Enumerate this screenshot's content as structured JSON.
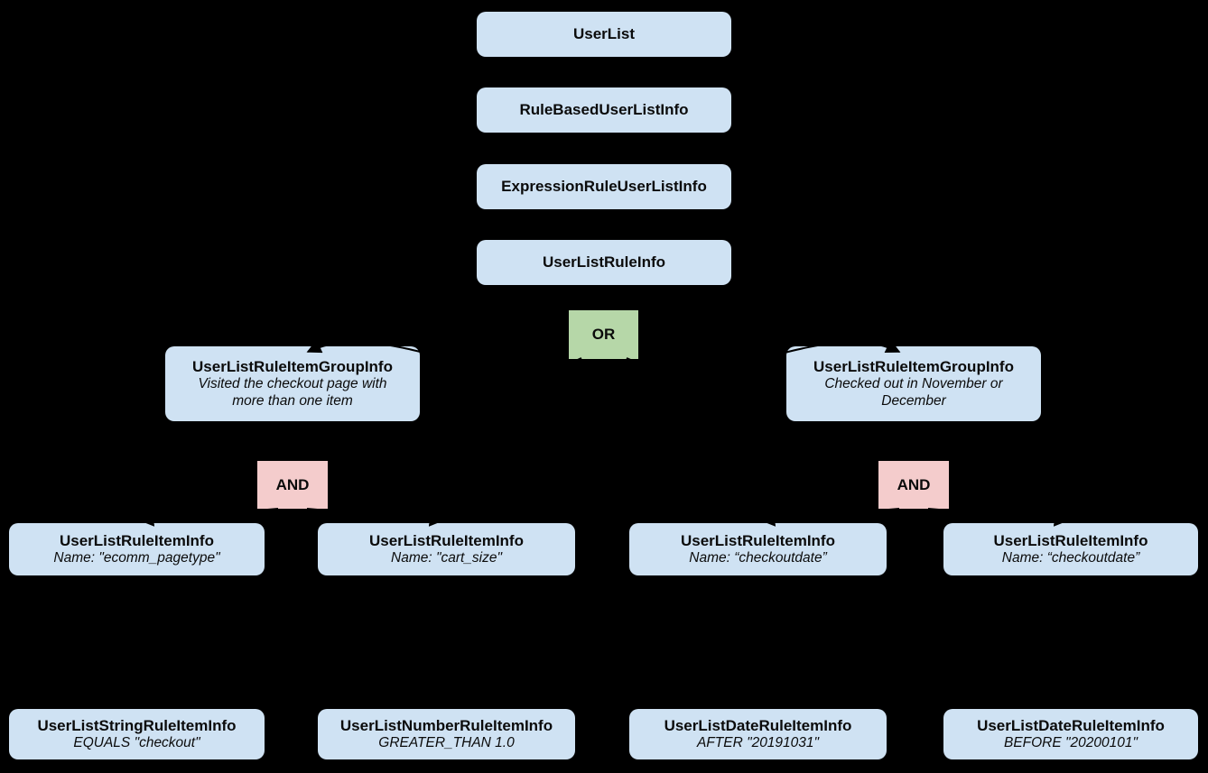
{
  "diagram": {
    "colors": {
      "background": "#000000",
      "node_fill": "#cfe2f3",
      "or_fill": "#b6d7a8",
      "and_fill": "#f4cccc",
      "text": "#0b0b0b",
      "connector": "#000000"
    },
    "chain": [
      {
        "label": "UserList"
      },
      {
        "label": "RuleBasedUserListInfo"
      },
      {
        "label": "ExpressionRuleUserListInfo"
      },
      {
        "label": "UserListRuleInfo"
      }
    ],
    "or_label": "OR",
    "and_label": "AND",
    "groups": [
      {
        "label": "UserListRuleItemGroupInfo",
        "note": "Visited the checkout page with more than one item"
      },
      {
        "label": "UserListRuleItemGroupInfo",
        "note": "Checked out in November or December"
      }
    ],
    "rule_items": [
      {
        "label": "UserListRuleItemInfo",
        "note": "Name: \"ecomm_pagetype\""
      },
      {
        "label": "UserListRuleItemInfo",
        "note": "Name: \"cart_size\""
      },
      {
        "label": "UserListRuleItemInfo",
        "note": "Name: “checkoutdate”"
      },
      {
        "label": "UserListRuleItemInfo",
        "note": "Name: “checkoutdate”"
      }
    ],
    "operands": [
      {
        "label": "UserListStringRuleItemInfo",
        "note": "EQUALS \"checkout\""
      },
      {
        "label": "UserListNumberRuleItemInfo",
        "note": "GREATER_THAN 1.0"
      },
      {
        "label": "UserListDateRuleItemInfo",
        "note": "AFTER \"20191031\""
      },
      {
        "label": "UserListDateRuleItemInfo",
        "note": "BEFORE \"20200101\""
      }
    ]
  }
}
